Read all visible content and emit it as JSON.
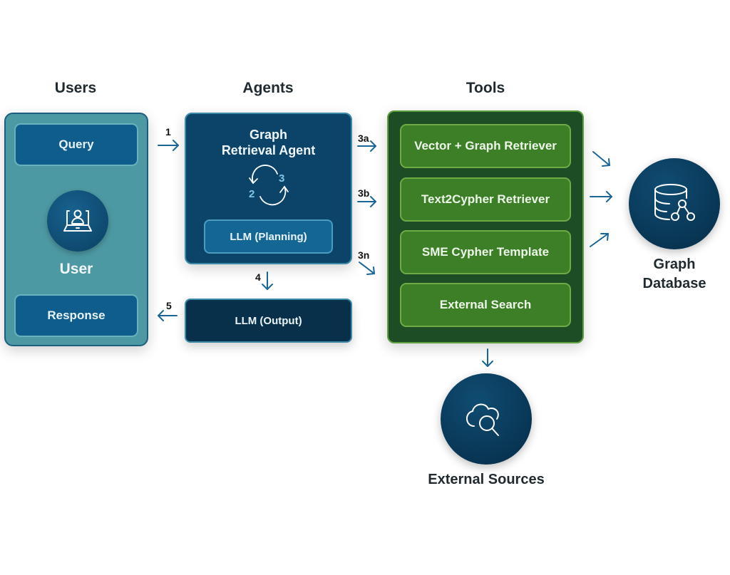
{
  "columns": {
    "users": "Users",
    "agents": "Agents",
    "tools": "Tools"
  },
  "users_panel": {
    "query_label": "Query",
    "user_label": "User",
    "response_label": "Response",
    "user_icon": "user-laptop-icon"
  },
  "agent_panel": {
    "title_line1": "Graph",
    "title_line2": "Retrieval Agent",
    "loop_icon": "cycle-arrows-icon",
    "loop_step_a": "2",
    "loop_step_b": "3",
    "planning_label": "LLM (Planning)"
  },
  "output_panel": {
    "label": "LLM (Output)"
  },
  "tools_panel": {
    "items": [
      {
        "label": "Vector + Graph Retriever"
      },
      {
        "label": "Text2Cypher Retriever"
      },
      {
        "label": "SME Cypher Template"
      },
      {
        "label": "External Search"
      }
    ]
  },
  "graph_database": {
    "label_line1": "Graph",
    "label_line2": "Database",
    "icon": "database-graph-icon"
  },
  "external_sources": {
    "label": "External Sources",
    "icon": "cloud-search-icon"
  },
  "steps": {
    "s1": "1",
    "s3a": "3a",
    "s3b": "3b",
    "s3n": "3n",
    "s4": "4",
    "s5": "5"
  },
  "colors": {
    "users_panel": "#4d99a3",
    "users_button": "#0f5d8c",
    "agent_panel": "#0b4468",
    "output_panel": "#09304a",
    "tools_panel": "#1d4d24",
    "tool_button": "#3d7f27",
    "circle": "#0b3f62",
    "arrow": "#1a6596"
  }
}
